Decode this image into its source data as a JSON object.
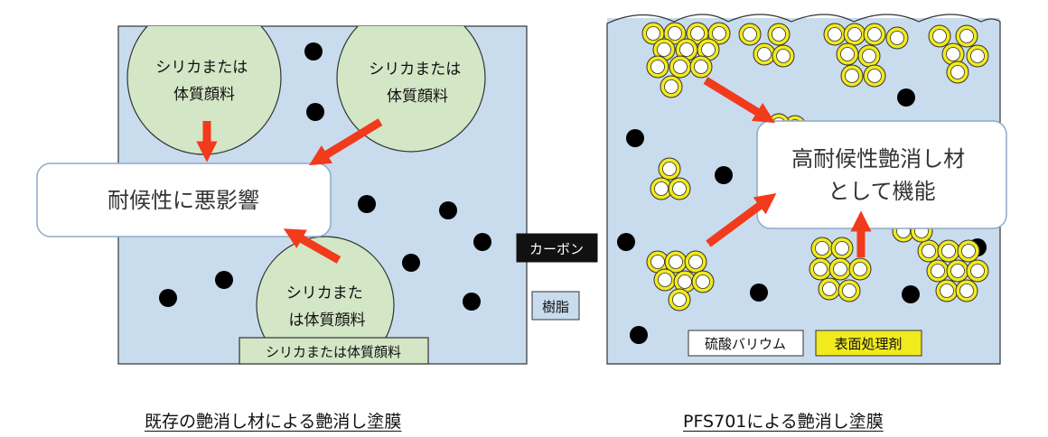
{
  "left_panel": {
    "particle_labels": [
      "シリカまたは",
      "体質顔料"
    ],
    "bottom_particle_labels": [
      "シリカまた",
      "は体質顔料"
    ],
    "effect_label": "耐候性に悪影響",
    "box_label": "シリカまたは体質顔料",
    "caption": "既存の艶消し材による艶消し塗膜"
  },
  "legend": {
    "carbon": "カーボン",
    "resin": "樹脂"
  },
  "right_panel": {
    "function_label_lines": [
      "高耐候性艶消し材",
      "として機能"
    ],
    "legend_barium": "硫酸バリウム",
    "legend_treatment": "表面処理剤",
    "caption": "PFS701による艶消し塗膜"
  },
  "colors": {
    "resin": "#c9dcee",
    "silica": "#d3e6c6",
    "carbon": "#000000",
    "treatment": "#f1ea1e",
    "arrow": "#f23a1c"
  }
}
